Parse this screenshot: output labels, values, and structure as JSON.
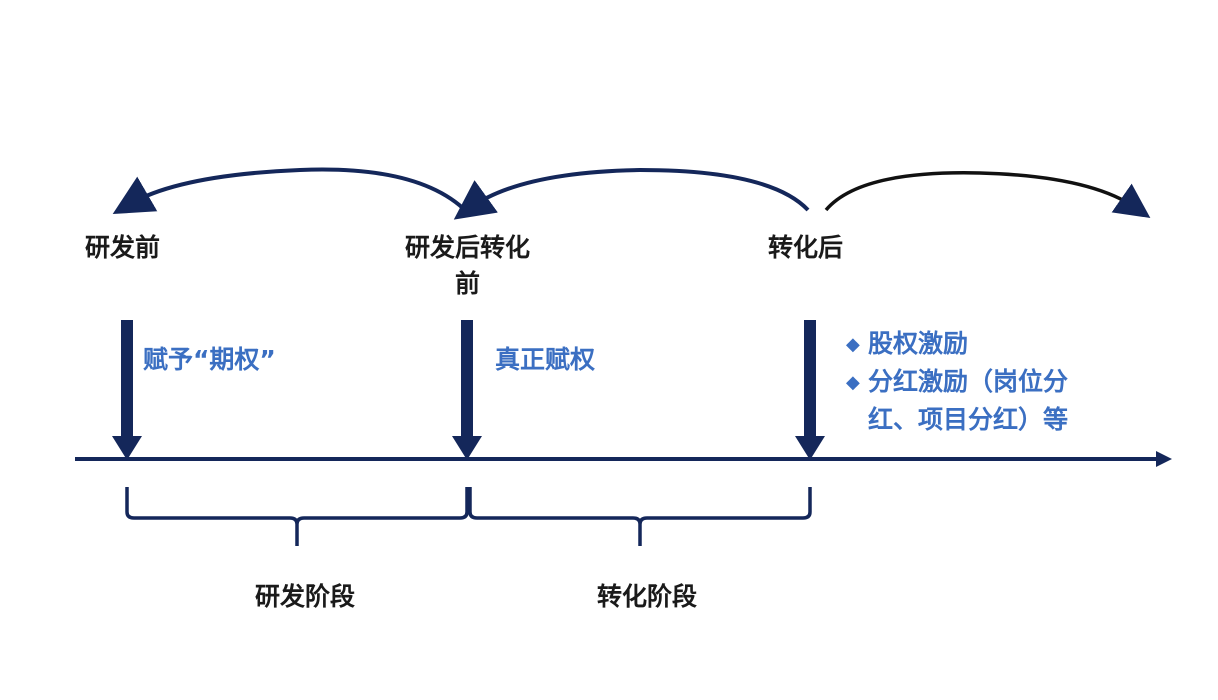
{
  "stages": {
    "before_rd": "研发前",
    "after_rd_line1": "研发后转化",
    "after_rd_line2": "前",
    "after_conversion": "转化后"
  },
  "actions": {
    "grant_option": "赋予“期权”",
    "real_grant": "真正赋权"
  },
  "incentives": [
    {
      "bullet": "◆",
      "text": "股权激励"
    },
    {
      "bullet": "◆",
      "text": "分红激励（岗位分",
      "cont": "红、项目分红）等"
    }
  ],
  "phases": {
    "rd_phase": "研发阶段",
    "conversion_phase": "转化阶段"
  },
  "colors": {
    "navy": "#14275a",
    "blue_text": "#3b6fc2"
  }
}
